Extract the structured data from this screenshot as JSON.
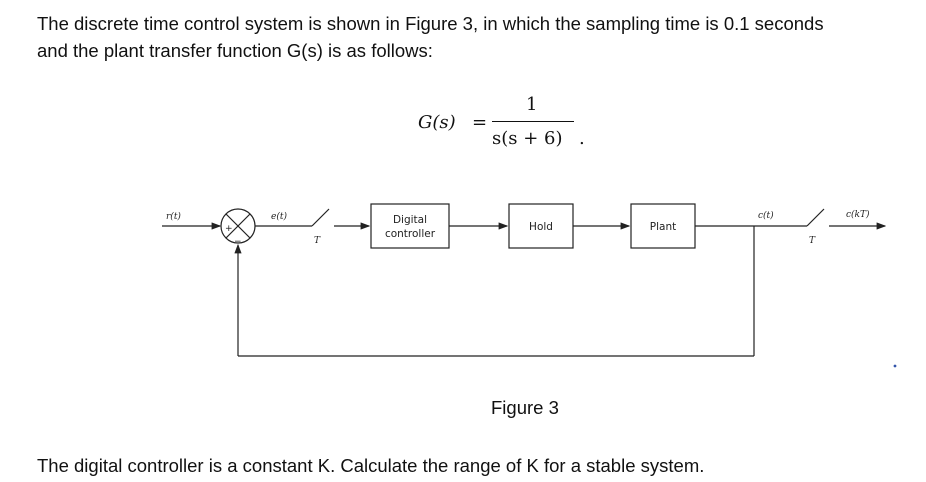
{
  "problem": {
    "intro_line1": "The discrete time control system is shown in Figure 3, in which the sampling time is 0.1 seconds",
    "intro_line2": "and the plant transfer function G(s) is as follows:",
    "equation": {
      "lhs": "G(s)",
      "equals": "=",
      "numerator": "1",
      "denominator": "s(s + 6)",
      "trailing": "."
    },
    "figure_caption": "Figure 3",
    "question": "The digital controller is a constant K. Calculate the range of K for a stable system."
  },
  "diagram": {
    "blocks": {
      "controller_line1": "Digital",
      "controller_line2": "controller",
      "hold": "Hold",
      "plant": "Plant"
    },
    "signals": {
      "input": "r(t)",
      "error": "e(t)",
      "sampler1": "T",
      "output": "c(t)",
      "sampler2": "T",
      "sampled_output": "c(kT)"
    },
    "summer_signs": {
      "plus": "+",
      "minus": "−"
    }
  }
}
